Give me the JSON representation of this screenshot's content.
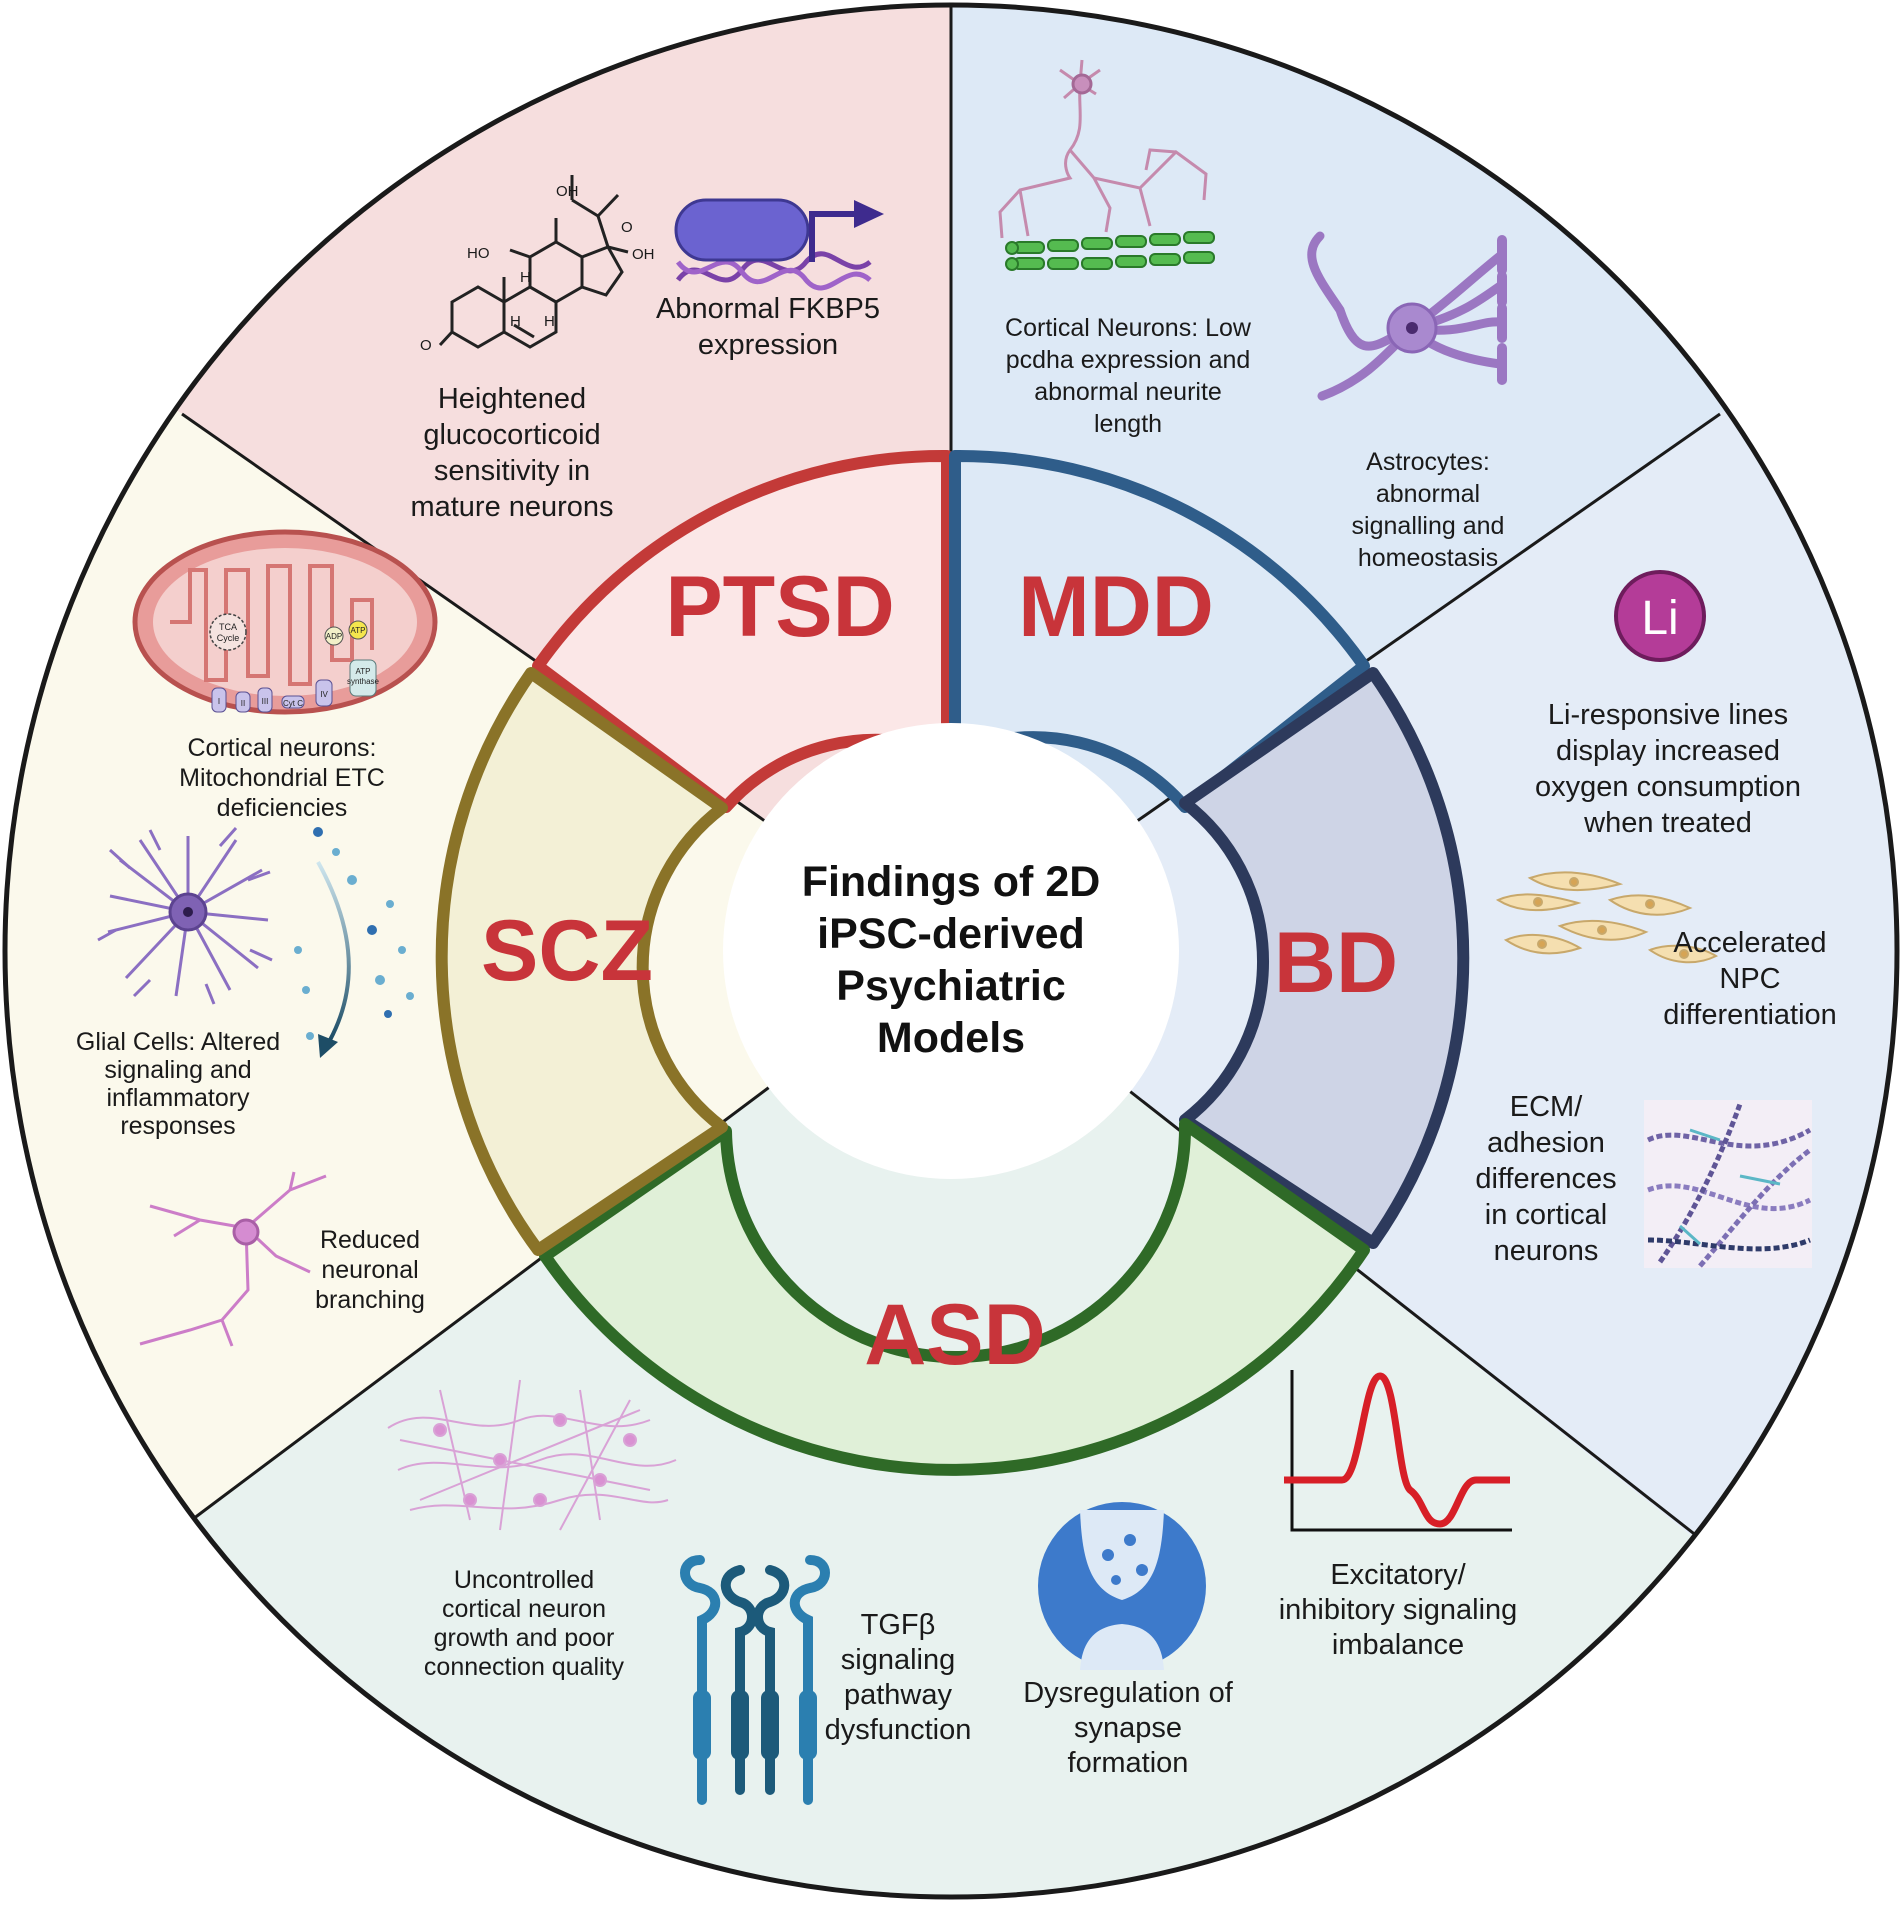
{
  "center": {
    "title_lines": [
      "Findings of 2D",
      "iPSC-derived",
      "Psychiatric",
      "Models"
    ]
  },
  "disorders": {
    "ptsd": "PTSD",
    "mdd": "MDD",
    "bd": "BD",
    "asd": "ASD",
    "scz": "SCZ"
  },
  "colors": {
    "ptsd_outer": "#f6dede",
    "ptsd_ring": "#fbe7e7",
    "ptsd_border": "#c33a38",
    "mdd_outer": "#dde9f6",
    "mdd_ring": "#dde9f6",
    "mdd_border": "#2f5d8a",
    "bd_outer": "#e4ecf7",
    "bd_ring": "#ced4e6",
    "bd_border": "#2d3a5c",
    "asd_outer": "#e8f2ef",
    "asd_ring": "#e0f0d8",
    "asd_border": "#2f6a27",
    "scz_outer": "#fbf9ec",
    "scz_ring": "#f3f0d6",
    "scz_border": "#8a7328",
    "label_red": "#c8343a"
  },
  "findings": {
    "ptsd": {
      "cortisol": {
        "icon": "cortisol-molecule-icon",
        "lines": [
          "Heightened",
          "glucocorticoid",
          "sensitivity in",
          "mature neurons"
        ],
        "molecule_labels": {
          "oh_top": "OH",
          "oh_right": "OH",
          "ho": "HO",
          "h1": "H",
          "h2": "H",
          "h3": "H",
          "o": "O",
          "o2": "O"
        }
      },
      "fkbp5": {
        "icon": "gene-expression-icon",
        "lines": [
          "Abnormal FKBP5",
          "expression"
        ]
      }
    },
    "mdd": {
      "cortical": {
        "icon": "neuron-icon",
        "lines": [
          "Cortical Neurons: Low",
          "pcdha expression and",
          "abnormal neurite",
          "length"
        ]
      },
      "astro": {
        "icon": "astrocyte-icon",
        "lines": [
          "Astrocytes:",
          "abnormal",
          "signalling and",
          "homeostasis"
        ]
      }
    },
    "bd": {
      "lithium": {
        "icon": "lithium-icon",
        "symbol": "Li",
        "lines": [
          "Li-responsive lines",
          "display increased",
          "oxygen consumption",
          "when treated"
        ]
      },
      "npc": {
        "icon": "npc-cells-icon",
        "lines": [
          "Accelerated",
          "NPC",
          "differentiation"
        ]
      },
      "ecm": {
        "icon": "ecm-fibers-icon",
        "lines": [
          "ECM/",
          "adhesion",
          "differences",
          "in cortical",
          "neurons"
        ]
      }
    },
    "asd": {
      "growth": {
        "icon": "neuron-network-icon",
        "lines": [
          "Uncontrolled",
          "cortical neuron",
          "growth and poor",
          "connection quality"
        ]
      },
      "tgf": {
        "icon": "receptor-icon",
        "lines": [
          "TGFβ",
          "signaling",
          "pathway",
          "dysfunction"
        ]
      },
      "synapse": {
        "icon": "synapse-icon",
        "lines": [
          "Dysregulation of",
          "synapse",
          "formation"
        ]
      },
      "ei": {
        "icon": "action-potential-icon",
        "lines": [
          "Excitatory/",
          "inhibitory signaling",
          "imbalance"
        ]
      }
    },
    "scz": {
      "mito": {
        "icon": "mitochondrion-icon",
        "lines": [
          "Cortical neurons:",
          "Mitochondrial ETC",
          "deficiencies"
        ],
        "complex_labels": [
          "TCA",
          "Cycle",
          "ADP",
          "ATP",
          "ATP",
          "synthase",
          "I",
          "II",
          "III",
          "Cyt C",
          "IV"
        ]
      },
      "glia": {
        "icon": "glial-cell-icon",
        "lines": [
          "Glial Cells: Altered",
          "signaling and",
          "inflammatory",
          "responses"
        ]
      },
      "branch": {
        "icon": "neuron-branching-icon",
        "lines": [
          "Reduced",
          "neuronal",
          "branching"
        ]
      }
    }
  }
}
